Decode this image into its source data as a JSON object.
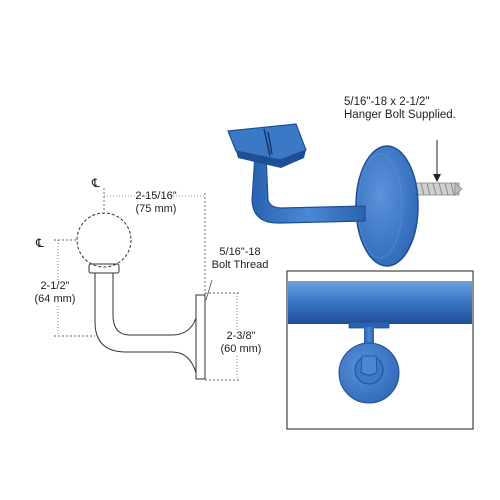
{
  "centerline_symbol": "℄",
  "hanger_bolt": {
    "line1": "5/16\"-18 x 2-1/2\"",
    "line2": "Hanger Bolt Supplied."
  },
  "bolt_thread": {
    "line1": "5/16\"-18",
    "line2": "Bolt Thread"
  },
  "dim_projection": {
    "imperial": "2-15/16\"",
    "metric": "(75 mm)"
  },
  "dim_height": {
    "imperial": "2-1/2\"",
    "metric": "(64 mm)"
  },
  "dim_flange": {
    "imperial": "2-3/8\"",
    "metric": "(60 mm)"
  },
  "colors": {
    "bracket_blue": "#3b78c6",
    "bracket_dark": "#1e4f95",
    "line": "#333333",
    "inset_border": "#444444"
  }
}
